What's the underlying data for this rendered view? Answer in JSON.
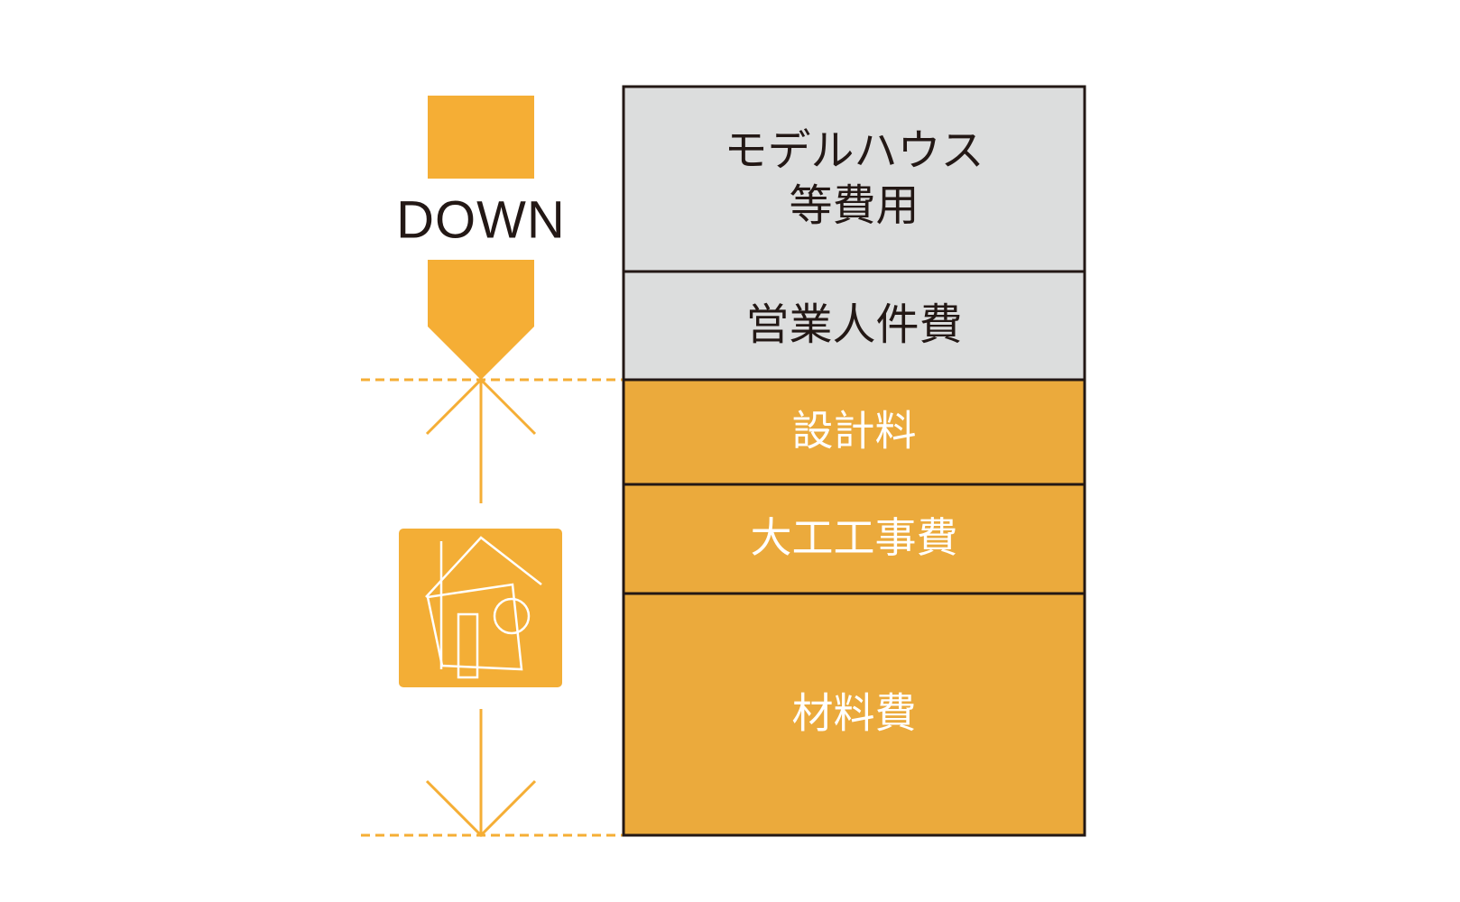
{
  "arrow_label": "DOWN",
  "cost_blocks": [
    {
      "key": "model_house",
      "lines": [
        "モデルハウス",
        "等費用"
      ],
      "tone": "reduced"
    },
    {
      "key": "sales_personnel",
      "lines": [
        "営業人件費"
      ],
      "tone": "reduced"
    },
    {
      "key": "design_fee",
      "lines": [
        "設計料"
      ],
      "tone": "kept"
    },
    {
      "key": "carpentry",
      "lines": [
        "大工工事費"
      ],
      "tone": "kept"
    },
    {
      "key": "materials",
      "lines": [
        "材料費"
      ],
      "tone": "kept"
    }
  ],
  "colors": {
    "reduced_fill": "#dcdddd",
    "kept_fill": "#ebaa3c",
    "arrow": "#f5ae35",
    "house_icon_bg": "#f3ae36",
    "border": "#231815",
    "reduced_text": "#231815",
    "kept_text": "#ffffff"
  },
  "icons": {
    "house": "house-icon"
  }
}
